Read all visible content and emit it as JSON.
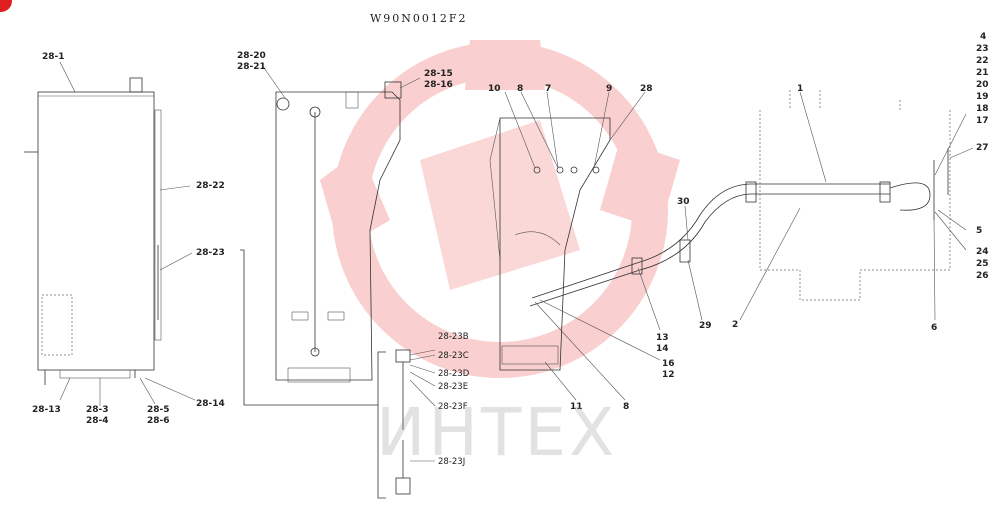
{
  "drawing": {
    "code": "W90N0012F2",
    "watermark_text": "ИНТЕХ",
    "colors": {
      "line": "#333333",
      "watermark_red": "#f5a0a0",
      "badge": "#e02020"
    }
  },
  "callouts": {
    "c28_1": "28-1",
    "c28_13": "28-13",
    "c28_3": "28-3",
    "c28_4": "28-4",
    "c28_5": "28-5",
    "c28_6": "28-6",
    "c28_14": "28-14",
    "c28_22": "28-22",
    "c28_23": "28-23",
    "c28_20": "28-20",
    "c28_21": "28-21",
    "c28_15": "28-15",
    "c28_16": "28-16",
    "c28_23b": "28-23B",
    "c28_23c": "28-23C",
    "c28_23d": "28-23D",
    "c28_23e": "28-23E",
    "c28_23f": "28-23F",
    "c28_23j": "28-23J",
    "c10": "10",
    "c8a": "8",
    "c7": "7",
    "c9": "9",
    "c28": "28",
    "c1": "1",
    "c30": "30",
    "c2": "2",
    "c13": "13",
    "c14": "14",
    "c29": "29",
    "c16": "16",
    "c12": "12",
    "c11": "11",
    "c8b": "8",
    "c6": "6",
    "c4": "4",
    "c23": "23",
    "c22": "22",
    "c21": "21",
    "c20": "20",
    "c19": "19",
    "c18": "18",
    "c17": "17",
    "c27": "27",
    "c5": "5",
    "c24": "24",
    "c25": "25",
    "c26": "26"
  }
}
